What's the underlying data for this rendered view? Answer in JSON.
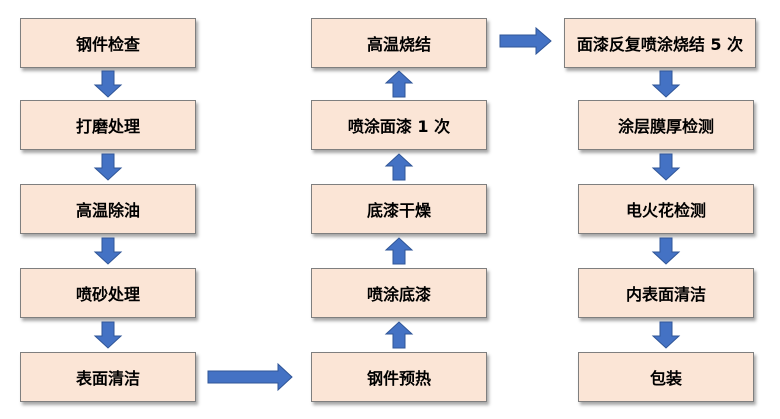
{
  "colors": {
    "box_fill": "#fbe5d6",
    "box_border": "#7f7f7f",
    "arrow_fill": "#4472c4",
    "arrow_stroke": "#2f5597"
  },
  "steps": {
    "col1": [
      "钢件检查",
      "打磨处理",
      "高温除油",
      "喷砂处理",
      "表面清洁"
    ],
    "col2": [
      "钢件预热",
      "喷涂底漆",
      "底漆干燥",
      "喷涂面漆 1 次",
      "高温烧结"
    ],
    "col3": [
      "面漆反复喷涂烧结 5 次",
      "涂层膜厚检测",
      "电火花检测",
      "内表面清洁",
      "包装"
    ]
  }
}
